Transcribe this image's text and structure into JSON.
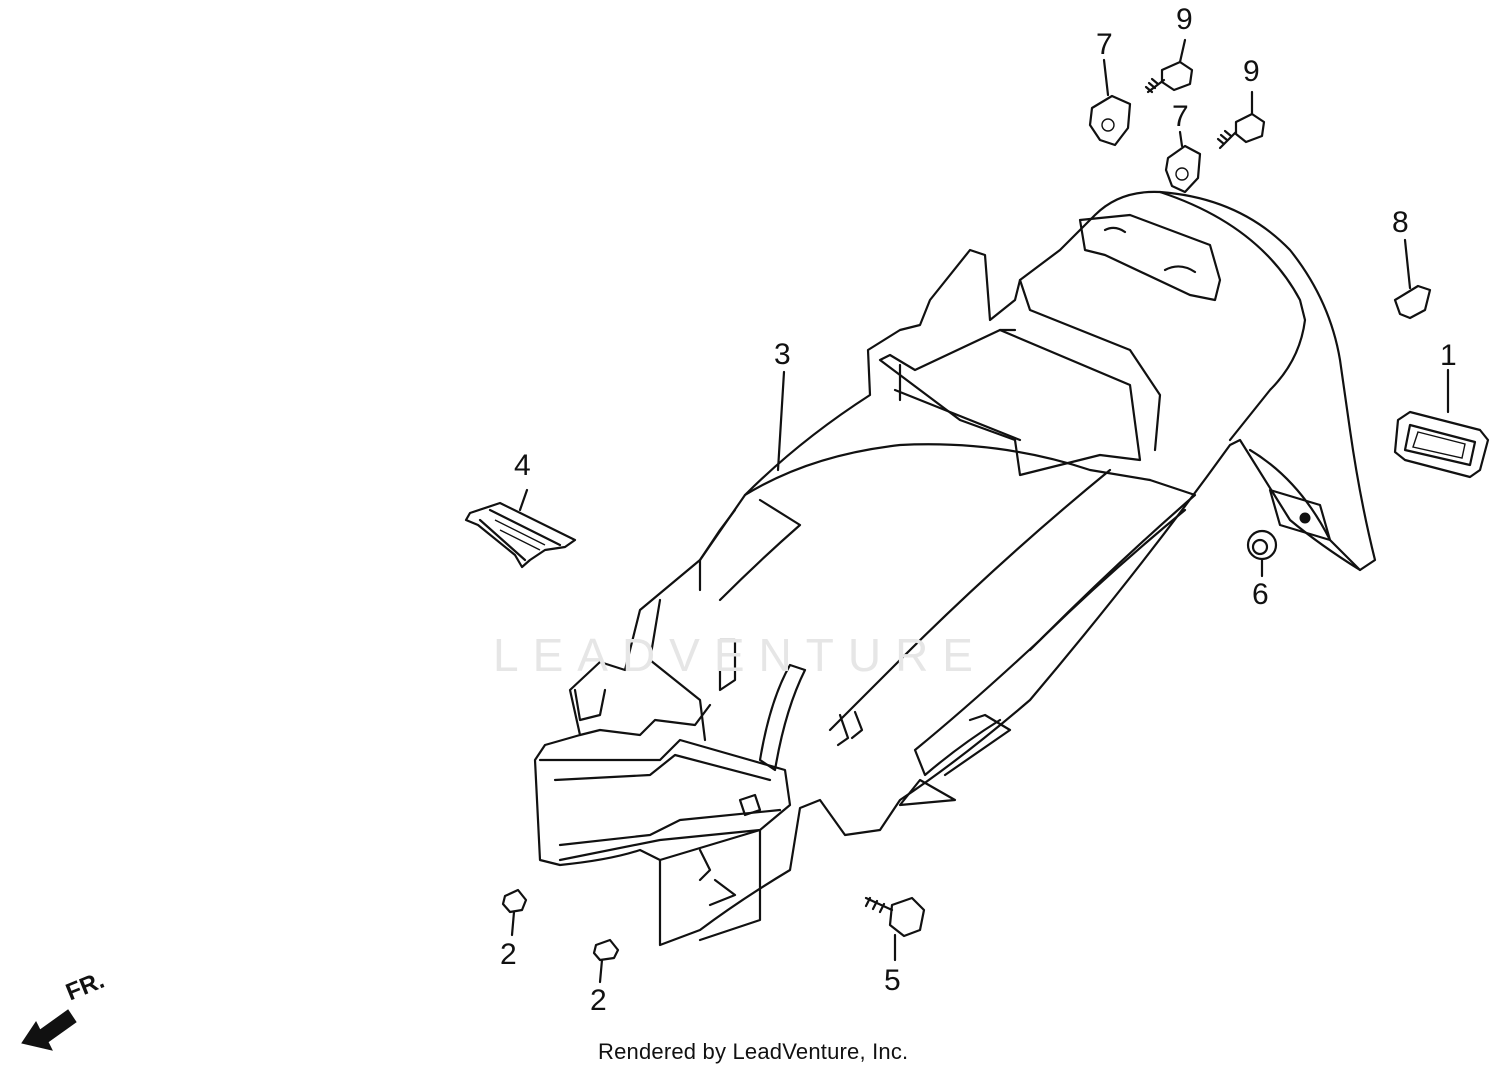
{
  "diagram": {
    "callouts": [
      "1",
      "2",
      "2",
      "3",
      "4",
      "5",
      "6",
      "7",
      "7",
      "8",
      "9",
      "9"
    ],
    "direction_label": "FR.",
    "watermark": "LEADVENTURE",
    "footer": "Rendered by LeadVenture, Inc."
  }
}
